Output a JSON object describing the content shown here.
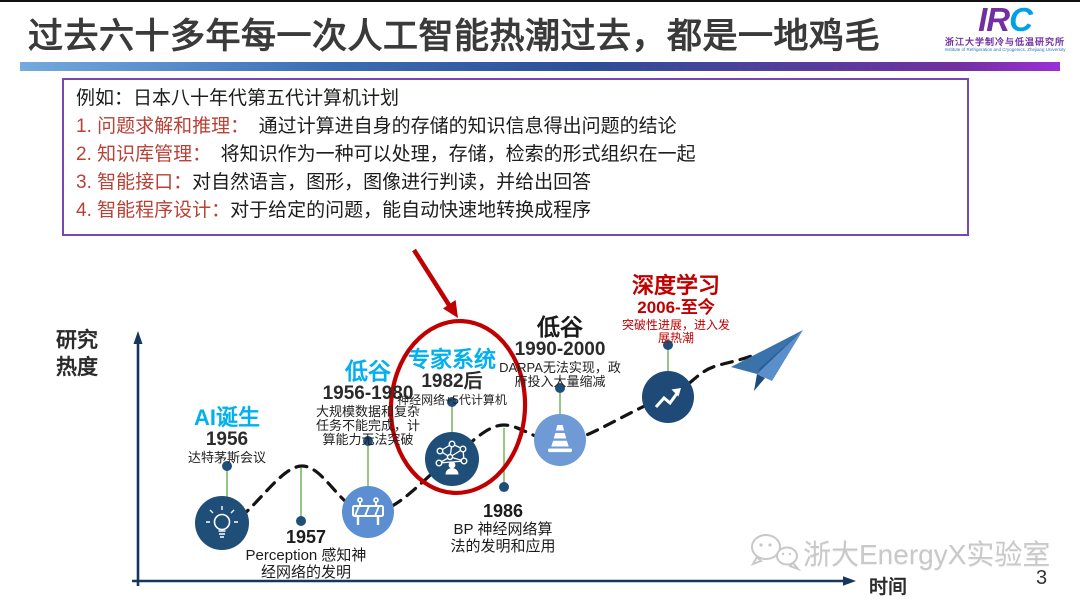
{
  "slide": {
    "title": "过去六十多年每一次人工智能热潮过去，都是一地鸡毛",
    "page_number": "3",
    "watermark": "浙大EnergyX实验室"
  },
  "logo": {
    "abbr_ir": "IR",
    "abbr_c": "C",
    "org_cn": "浙江大学制冷与低温研究所",
    "org_en": "Institute of Refrigeration and Cryogenics, Zhejiang University"
  },
  "example_box": {
    "intro": "例如：日本八十年代第五代计算机计划",
    "items": [
      {
        "label": "1. 问题求解和推理：",
        "text": "　通过计算进自身的存储的知识信息得出问题的结论"
      },
      {
        "label": "2. 知识库管理：",
        "text": "　将知识作为一种可以处理，存储，检索的形式组织在一起"
      },
      {
        "label": "3. 智能接口：",
        "text": "对自然语言，图形，图像进行判读，并给出回答"
      },
      {
        "label": "4. 智能程序设计：",
        "text": "对于给定的问题，能自动快速地转换成程序"
      }
    ]
  },
  "chart": {
    "y_axis_label_line1": "研究",
    "y_axis_label_line2": "热度",
    "x_axis_label": "时间",
    "milestones": [
      {
        "title": "AI诞生",
        "period": "1956",
        "desc": "达特茅斯会议",
        "color": "#00b0f0",
        "node_icon": "lightbulb-icon"
      },
      {
        "title": "低谷",
        "period": "1956-1980",
        "desc": "大规模数据和复杂任务不能完成，计算能力无法突破",
        "color": "#00b0f0",
        "node_icon": "roadblock-icon"
      },
      {
        "title": "专家系统",
        "period": "1982后",
        "desc": "神经网络+5代计算机",
        "color": "#00b0f0",
        "node_icon": "neural-network-icon",
        "highlighted": "red-ellipse"
      },
      {
        "title": "低谷",
        "period": "1990-2000",
        "desc": "DARPA无法实现，政府投入大量缩减",
        "color": "#1a1a1a",
        "node_icon": "traffic-cone-icon"
      },
      {
        "title": "深度学习",
        "period": "2006-至今",
        "desc": "突破性进展，进入发展热潮",
        "color": "#c00000",
        "node_icon": "trend-up-icon"
      }
    ],
    "events": [
      {
        "year": "1957",
        "desc": "Perception 感知神经网络的发明"
      },
      {
        "year": "1986",
        "desc": "BP 神经网络算法的发明和应用"
      }
    ]
  },
  "icons": {
    "decoration": "paper-plane-icon",
    "watermark": "wechat-icon",
    "annotation_arrow": "red-arrow-icon"
  },
  "colors": {
    "accent_cyan": "#00b0f0",
    "accent_red": "#c00000",
    "box_border_purple": "#7a46b0",
    "box_label_red": "#b94136",
    "node_dark_blue": "#1f4e79",
    "node_light_blue": "#5b8fd1",
    "connector_green": "#7fb866",
    "axis_navy": "#17365d"
  }
}
